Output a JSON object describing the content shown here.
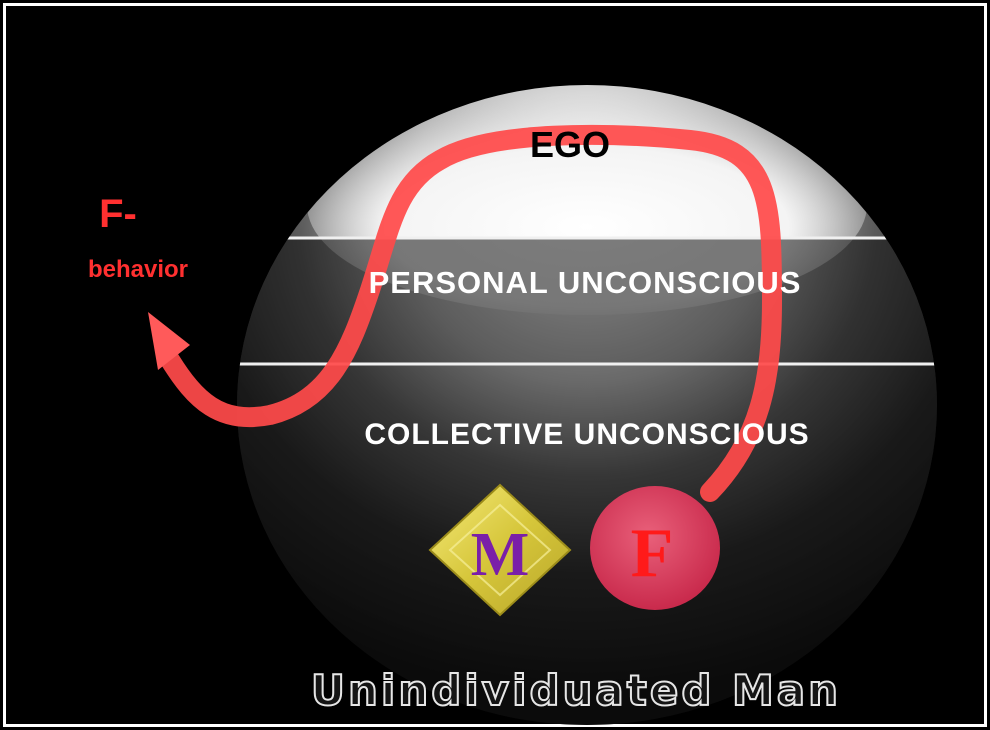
{
  "layers": {
    "ego": "EGO",
    "personal": "PERSONAL UNCONSCIOUS",
    "collective": "COLLECTIVE UNCONSCIOUS"
  },
  "behavior": {
    "line1": "F-",
    "line2": "behavior"
  },
  "symbols": {
    "masculine": "M",
    "feminine": "F"
  },
  "caption": "Unindividuated Man",
  "colors": {
    "arrow": "#ff4a4a",
    "f_circle": "#d9365a",
    "m_diamond": "#e8d84a",
    "m_letter": "#7a1fa8",
    "f_letter": "#ff1a1a"
  }
}
